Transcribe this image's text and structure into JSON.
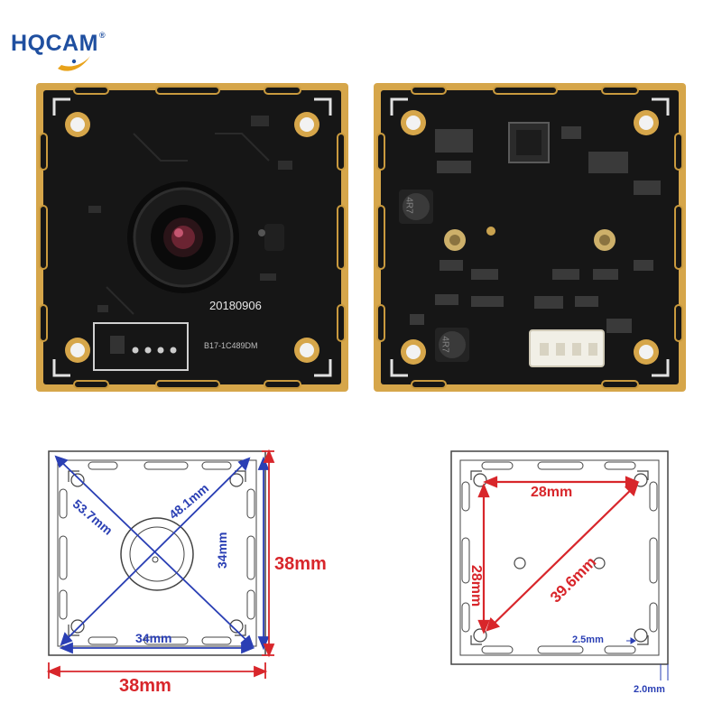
{
  "brand": {
    "name": "HQCAM",
    "registered_mark": "®"
  },
  "front_board": {
    "date_code": "20180906",
    "part_code": "B17-1C489DM"
  },
  "back_board": {
    "inductor_label_1": "4R7",
    "inductor_label_2": "4R7"
  },
  "front_drawing": {
    "diag_1": "53.7mm",
    "diag_2": "48.1mm",
    "inner_height": "34mm",
    "inner_width": "34mm",
    "outer_height": "38mm",
    "outer_width": "38mm"
  },
  "back_drawing": {
    "top": "28mm",
    "side": "28mm",
    "diag": "39.6mm",
    "hole_offset": "2.5mm",
    "edge_offset": "2.0mm"
  },
  "colors": {
    "brand_blue": "#1f4fa0",
    "dimension_red": "#d8262b",
    "dimension_blue": "#2a3fb4",
    "pcb_black": "#141414",
    "gold_pad": "#d6a64a"
  }
}
